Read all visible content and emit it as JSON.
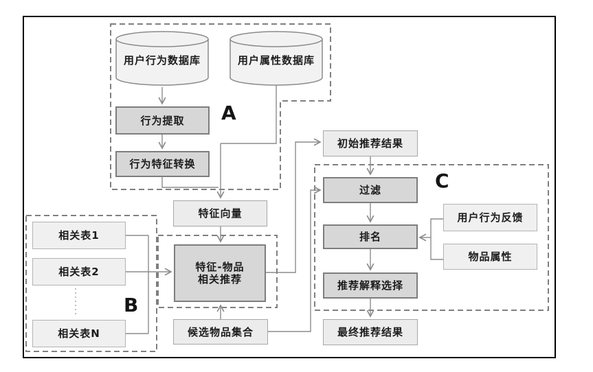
{
  "diagram": {
    "type": "flowchart",
    "sections": {
      "a_label": "A",
      "b_label": "B",
      "c_label": "C"
    },
    "nodes": {
      "user_behavior_db": "用户行为数据库",
      "user_attr_db": "用户属性数据库",
      "behavior_extract": "行为提取",
      "behavior_feature_convert": "行为特征转换",
      "feature_vector": "特征向量",
      "initial_result": "初始推荐结果",
      "filter": "过滤",
      "rank": "排名",
      "explain_select": "推荐解释选择",
      "final_result": "最终推荐结果",
      "behavior_feedback": "用户行为反馈",
      "item_attr": "物品属性",
      "related_table_1": "相关表1",
      "related_table_2": "相关表2",
      "related_table_n": "相关表N",
      "feature_item_recommend_line1": "特征-物品",
      "feature_item_recommend_line2": "相关推荐",
      "candidate_items": "候选物品集合"
    },
    "colors": {
      "frame": "#000000",
      "box_light_fill": "#ececec",
      "box_emphasis_fill": "#d7d7d7",
      "cylinder_fill": "#f2f2f2",
      "connector_line": "#8c8c8c",
      "dashed_border": "#7f7f7f",
      "text": "#1c1c1c"
    }
  }
}
